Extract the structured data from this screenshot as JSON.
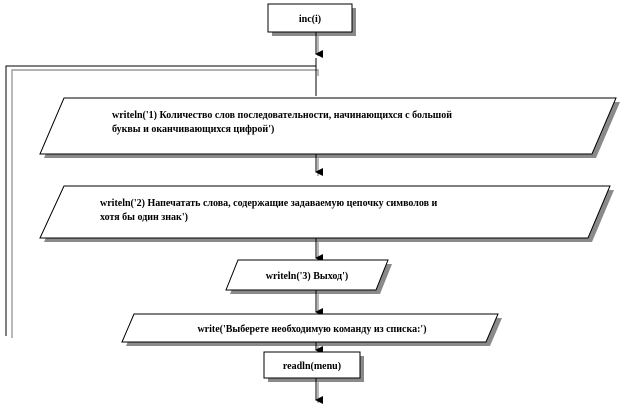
{
  "nodes": {
    "inc_i": "inc(i)",
    "writeln_1_line1": "writeln('1)  Количество слов последовательности,  начинающихся с большой",
    "writeln_1_line2": "буквы и оканчивающихся  цифрой')",
    "writeln_2_line1": "writeln('2)  Напечатать  слова, содержащие задаваемую цепочку символов и",
    "writeln_2_line2": "хотя  бы один знак')",
    "writeln_3": "writeln('3)  Выход')",
    "write_prompt": "write('Выберете  необходимую команду из списка:')",
    "readln_menu": "readln(menu)"
  }
}
